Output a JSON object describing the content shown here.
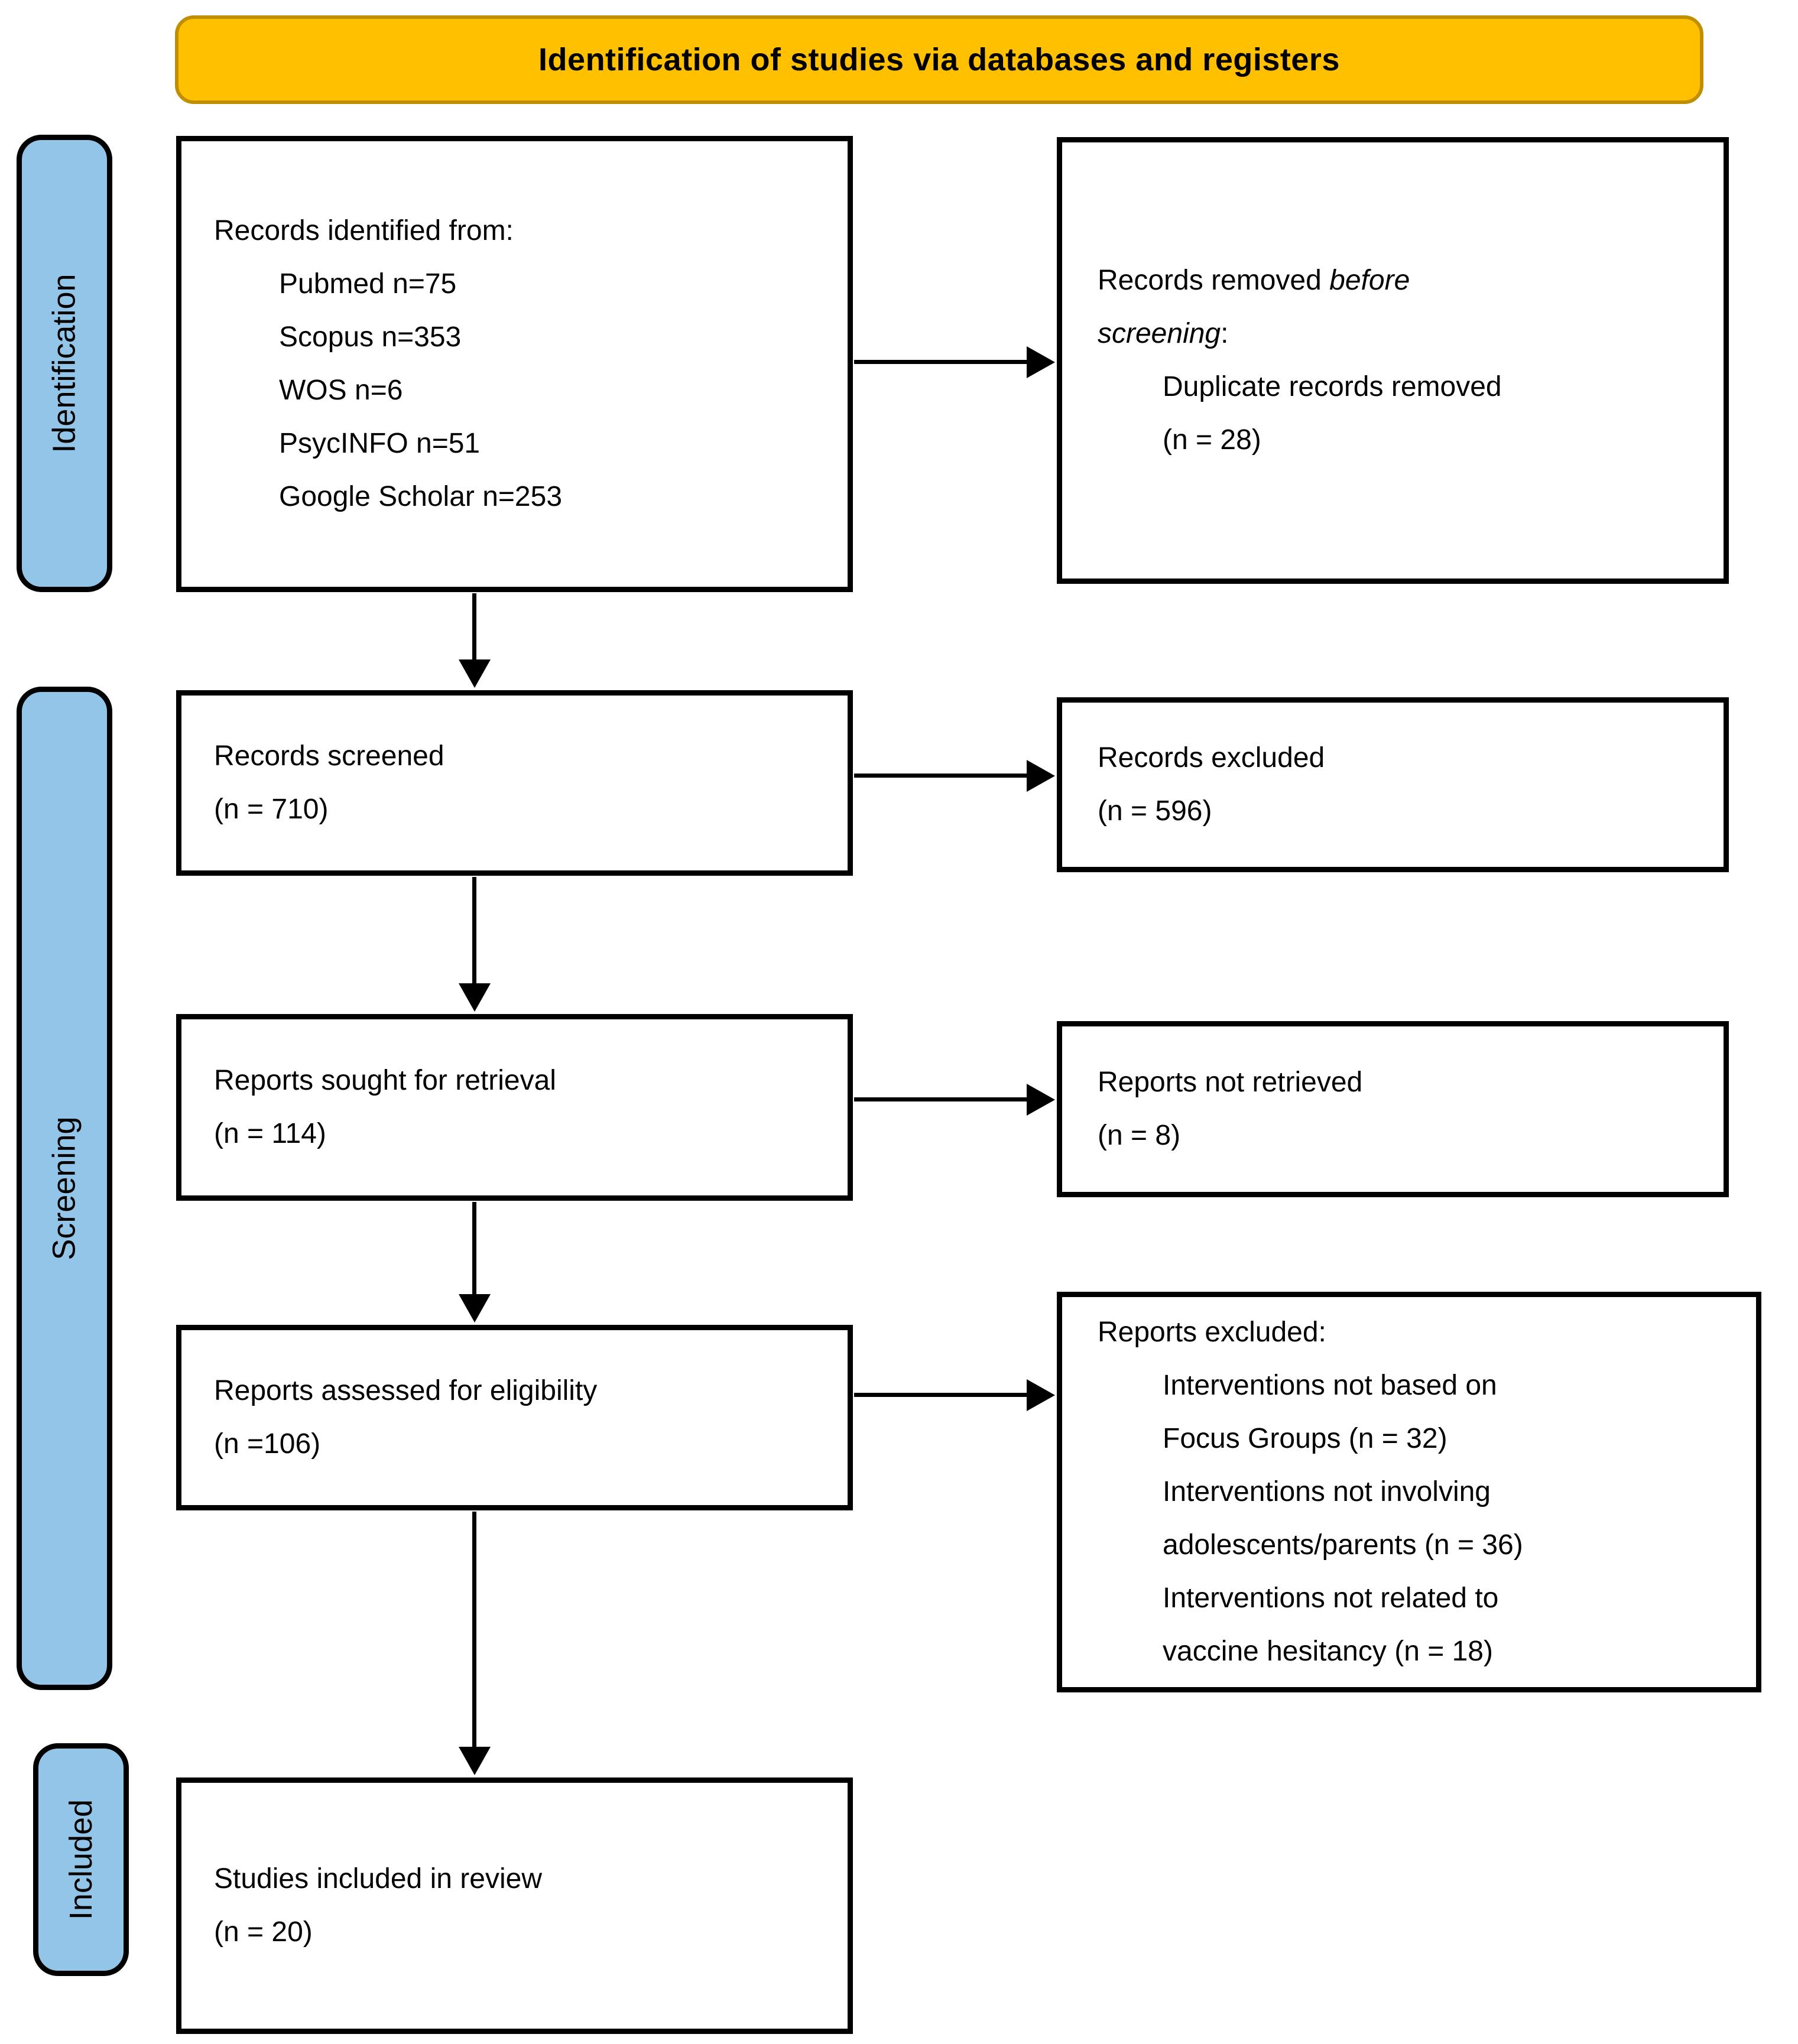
{
  "title": "Identification of studies via databases and registers",
  "colors": {
    "banner_fill": "#FFC000",
    "banner_border": "#BF8F00",
    "stage_fill": "#92C5E8",
    "box_border": "#000000"
  },
  "stages": {
    "identification": "Identification",
    "screening": "Screening",
    "included": "Included"
  },
  "boxes": {
    "records_identified": {
      "heading": "Records identified from:",
      "items": [
        "Pubmed n=75",
        "Scopus n=353",
        "WOS n=6",
        "PsycINFO n=51",
        "Google Scholar n=253"
      ]
    },
    "records_removed": {
      "prefix": "Records removed ",
      "italic_line1": "before",
      "italic_line2": "screening",
      "suffix": ":",
      "items": [
        "Duplicate records removed",
        "(n = 28)"
      ]
    },
    "records_screened": {
      "lines": [
        "Records screened",
        "(n = 710)"
      ]
    },
    "records_excluded": {
      "lines": [
        "Records excluded",
        "(n = 596)"
      ]
    },
    "reports_sought": {
      "lines": [
        "Reports sought for retrieval",
        "(n = 114)"
      ]
    },
    "reports_not_retrieved": {
      "lines": [
        "Reports not retrieved",
        "(n = 8)"
      ]
    },
    "reports_assessed": {
      "lines": [
        "Reports assessed for eligibility",
        "(n =106)"
      ]
    },
    "reports_excluded": {
      "heading": "Reports excluded:",
      "items": [
        "Interventions not based on",
        "Focus Groups (n = 32)",
        "Interventions not involving",
        "adolescents/parents (n = 36)",
        "Interventions not related to",
        "vaccine hesitancy (n = 18)"
      ]
    },
    "studies_included": {
      "lines": [
        "Studies included in review",
        "(n = 20)"
      ]
    }
  }
}
